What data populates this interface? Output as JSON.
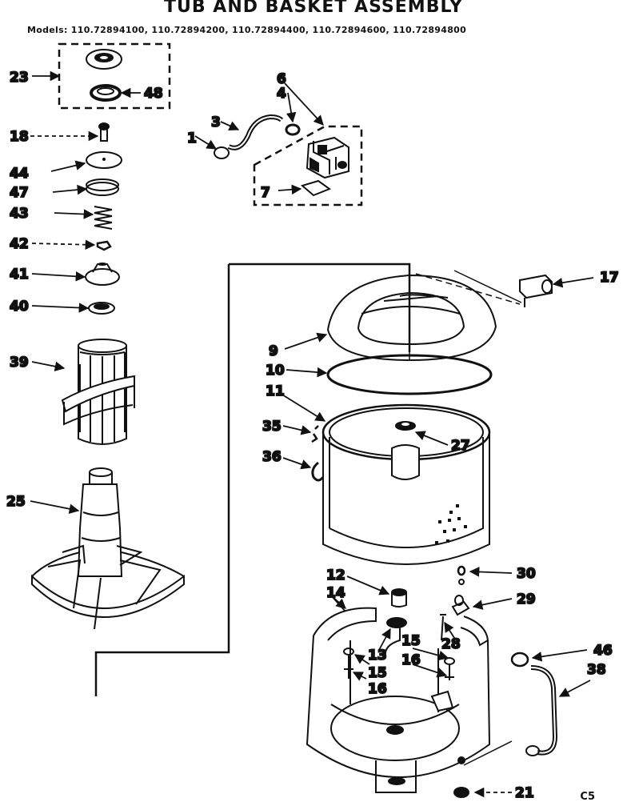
{
  "header": {
    "title": "TUB AND BASKET ASSEMBLY",
    "models": "Models: 110.72894100, 110.72894200, 110.72894400, 110.72894600, 110.72894800"
  },
  "diagram_code": "C5",
  "callouts": [
    {
      "id": "23",
      "label": "23"
    },
    {
      "id": "48",
      "label": "48"
    },
    {
      "id": "18",
      "label": "18"
    },
    {
      "id": "44",
      "label": "44"
    },
    {
      "id": "47",
      "label": "47"
    },
    {
      "id": "43",
      "label": "43"
    },
    {
      "id": "42",
      "label": "42"
    },
    {
      "id": "41",
      "label": "41"
    },
    {
      "id": "40",
      "label": "40"
    },
    {
      "id": "39",
      "label": "39"
    },
    {
      "id": "25",
      "label": "25"
    },
    {
      "id": "1",
      "label": "1"
    },
    {
      "id": "3",
      "label": "3"
    },
    {
      "id": "4",
      "label": "4"
    },
    {
      "id": "6",
      "label": "6"
    },
    {
      "id": "7",
      "label": "7"
    },
    {
      "id": "17",
      "label": "17"
    },
    {
      "id": "9",
      "label": "9"
    },
    {
      "id": "10",
      "label": "10"
    },
    {
      "id": "11",
      "label": "11"
    },
    {
      "id": "35",
      "label": "35"
    },
    {
      "id": "36",
      "label": "36"
    },
    {
      "id": "27",
      "label": "27"
    },
    {
      "id": "12",
      "label": "12"
    },
    {
      "id": "14",
      "label": "14"
    },
    {
      "id": "30",
      "label": "30"
    },
    {
      "id": "29",
      "label": "29"
    },
    {
      "id": "28",
      "label": "28"
    },
    {
      "id": "15a",
      "label": "15"
    },
    {
      "id": "16a",
      "label": "16"
    },
    {
      "id": "13",
      "label": "13"
    },
    {
      "id": "15b",
      "label": "15"
    },
    {
      "id": "16b",
      "label": "16"
    },
    {
      "id": "46",
      "label": "46"
    },
    {
      "id": "38",
      "label": "38"
    },
    {
      "id": "21",
      "label": "21"
    }
  ]
}
